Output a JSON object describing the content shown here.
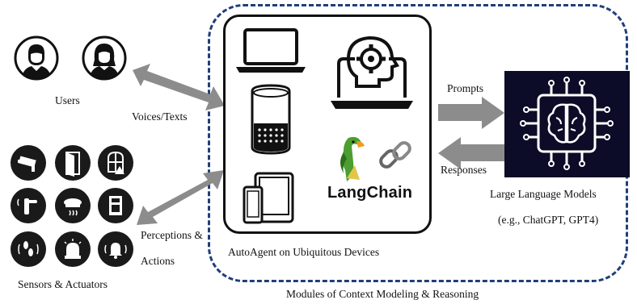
{
  "labels": {
    "users": "Users",
    "voices_texts": "Voices/Texts",
    "perceptions": "Perceptions &",
    "actions": "Actions",
    "sensors_actuators": "Sensors & Actuators",
    "autoagent": "AutoAgent on Ubiquitous Devices",
    "modules": "Modules of Context Modeling & Reasoning",
    "prompts": "Prompts",
    "responses": "Responses",
    "llm_title": "Large Language Models",
    "llm_examples": "(e.g., ChatGPT, GPT4)",
    "langchain": "LangChain"
  },
  "icons": {
    "users": [
      "male-user-icon",
      "female-user-icon"
    ],
    "devices": [
      "laptop-icon",
      "ai-laptop-gear-icon",
      "smart-speaker-icon",
      "phone-tablet-icon"
    ],
    "sensors": [
      "camera-icon",
      "door-icon",
      "window-alert-icon",
      "door-handle-icon",
      "smoke-detector-icon",
      "control-panel-icon",
      "footsteps-sensor-icon",
      "siren-icon",
      "alarm-bell-icon"
    ],
    "llm": "ai-brain-chip-icon",
    "langchain_logo": [
      "parrot-icon",
      "chain-link-icon"
    ]
  },
  "colors": {
    "dashed_border": "#1f3f7a",
    "arrow_gray": "#8c8c8c",
    "llm_background": "#0c0c28",
    "sensor_fill": "#1a1a1a"
  }
}
